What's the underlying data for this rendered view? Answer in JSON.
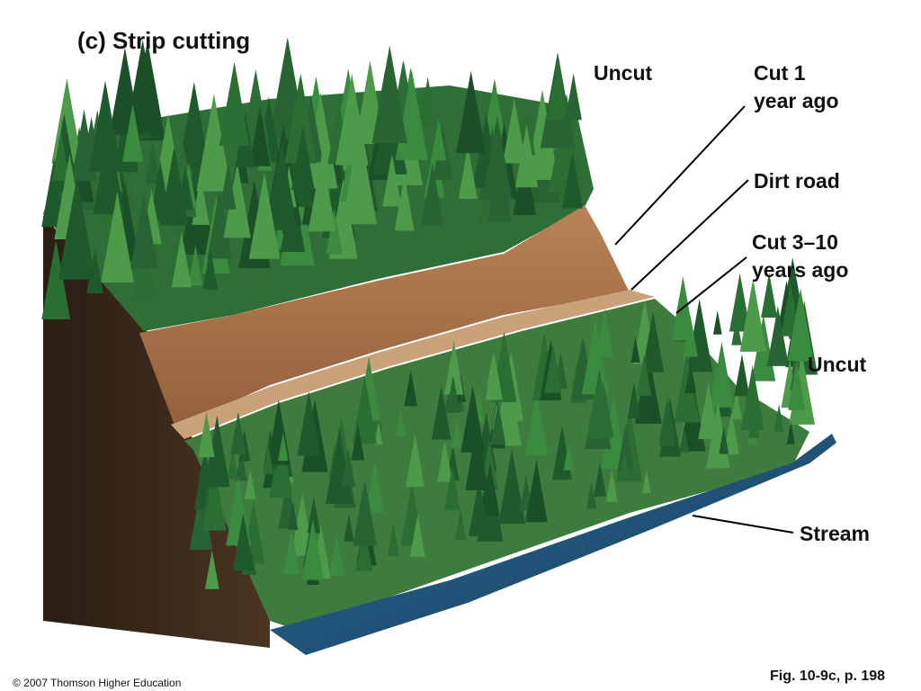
{
  "title": "(c) Strip cutting",
  "labels": {
    "uncut_top": "Uncut",
    "cut_1_line1": "Cut 1",
    "cut_1_line2": "year ago",
    "dirt_road": "Dirt road",
    "cut_3_10_line1": "Cut 3–10",
    "cut_3_10_line2": "years ago",
    "uncut_right": "Uncut",
    "stream": "Stream"
  },
  "footer": {
    "copyright": "© 2007 Thomson Higher Education",
    "figure_ref": "Fig. 10-9c, p. 198"
  },
  "colors": {
    "soil_side": "#3b2a1c",
    "bare_soil": "#a9744c",
    "road": "#c9a27a",
    "forest_dark": "#1f5a2c",
    "forest_light": "#3f8f45",
    "water": "#1d4f73",
    "leader_line": "#000000"
  }
}
